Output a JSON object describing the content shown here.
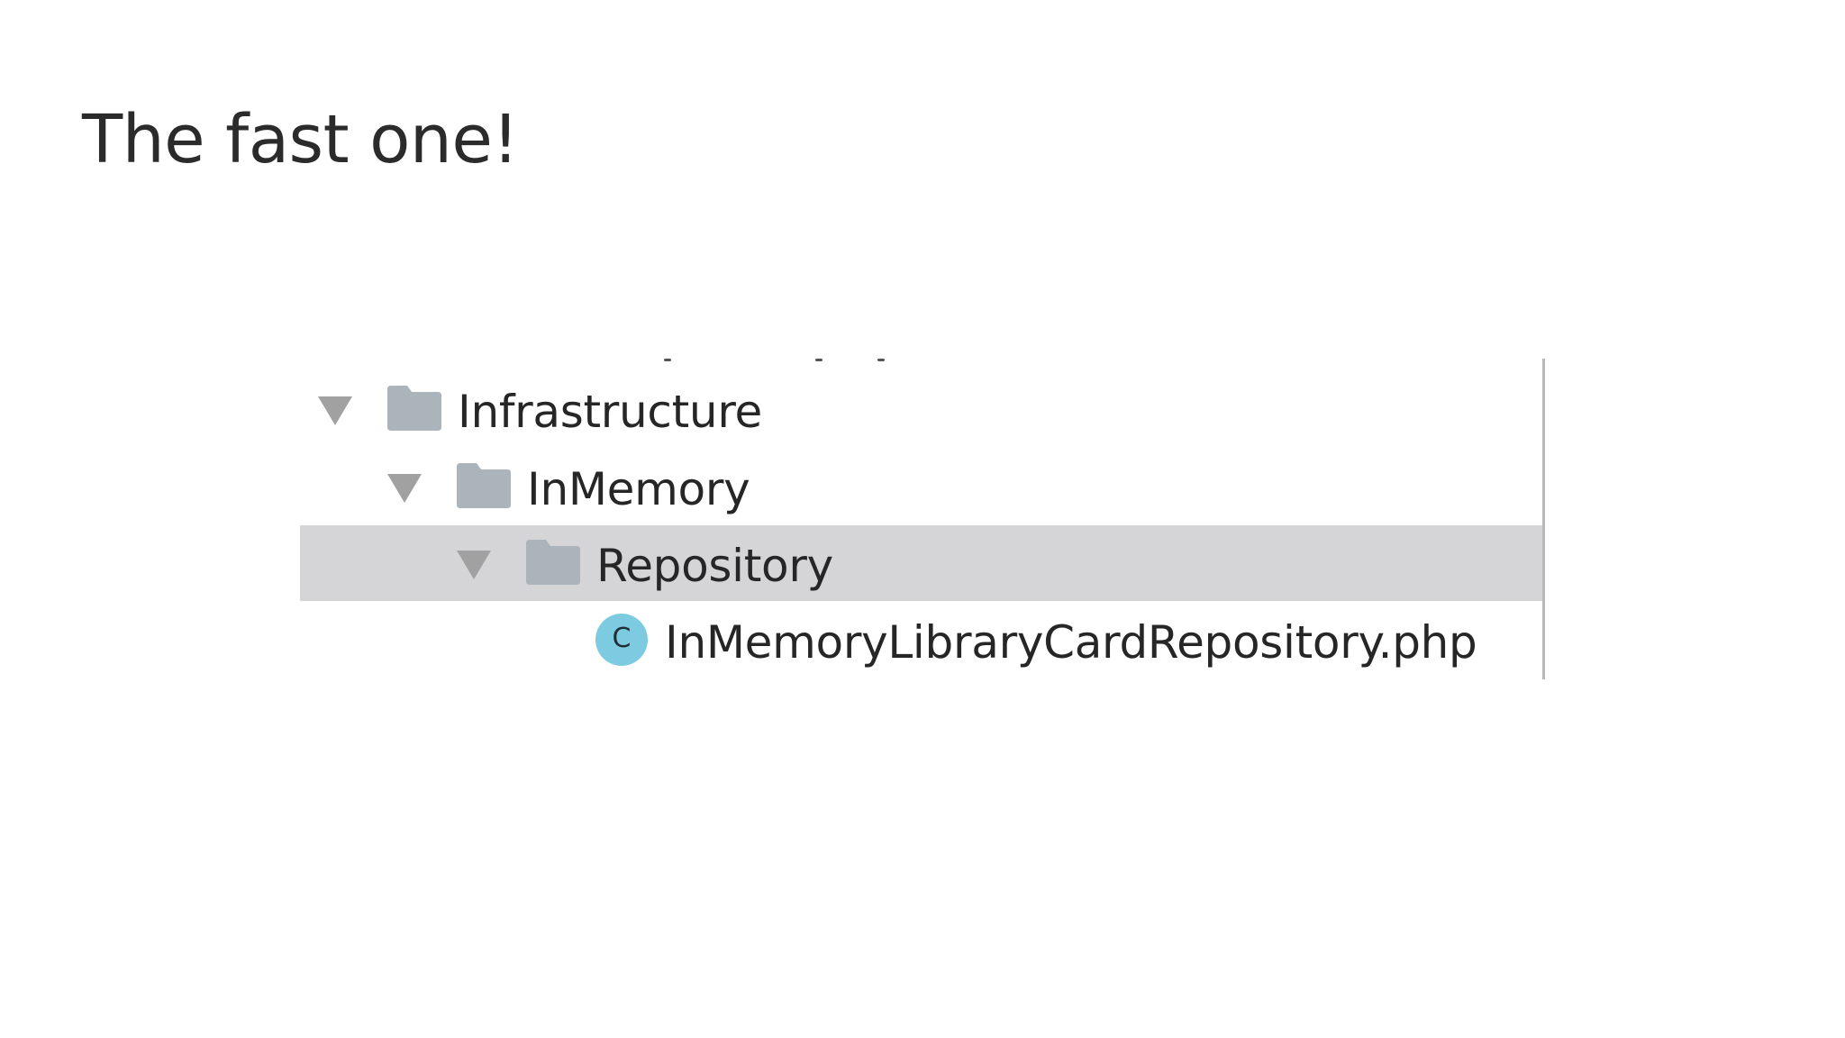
{
  "slide": {
    "title": "The fast one!"
  },
  "tree": {
    "nodes": [
      {
        "label": "Infrastructure",
        "icon": "folder-icon",
        "expanded": true,
        "depth": 0
      },
      {
        "label": "InMemory",
        "icon": "folder-icon",
        "expanded": true,
        "depth": 1
      },
      {
        "label": "Repository",
        "icon": "folder-icon",
        "expanded": true,
        "depth": 2,
        "selected": true
      },
      {
        "label": "InMemoryLibraryCardRepository.php",
        "icon": "php-class-icon",
        "icon_letter": "C",
        "depth": 3
      }
    ]
  },
  "colors": {
    "title_text": "#2b2b2b",
    "selection_background": "#d5d5d8",
    "folder": "#aab4ba",
    "disclosure_triangle": "#a1a1a1",
    "class_icon": "#7ccbe1"
  }
}
